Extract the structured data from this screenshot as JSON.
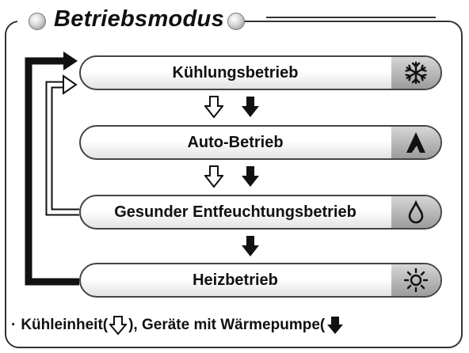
{
  "title": "Betriebsmodus",
  "modes": [
    {
      "label": "Kühlungsbetrieb",
      "icon": "snowflake-icon"
    },
    {
      "label": "Auto-Betrieb",
      "icon": "auto-mode-icon"
    },
    {
      "label": "Gesunder Entfeuchtungsbetrieb",
      "icon": "water-drop-icon"
    },
    {
      "label": "Heizbetrieb",
      "icon": "sun-icon"
    }
  ],
  "legend": {
    "bullet": "·",
    "part1": "Kühleinheit(",
    "part2": "), Geräte mit Wärmepumpe(",
    "cooling_icon": "outline-down-arrow-icon",
    "heatpump_icon": "filled-down-arrow-icon"
  },
  "colors": {
    "border": "#333333",
    "cap": "#a8a8a8",
    "arrow_filled": "#111111"
  }
}
